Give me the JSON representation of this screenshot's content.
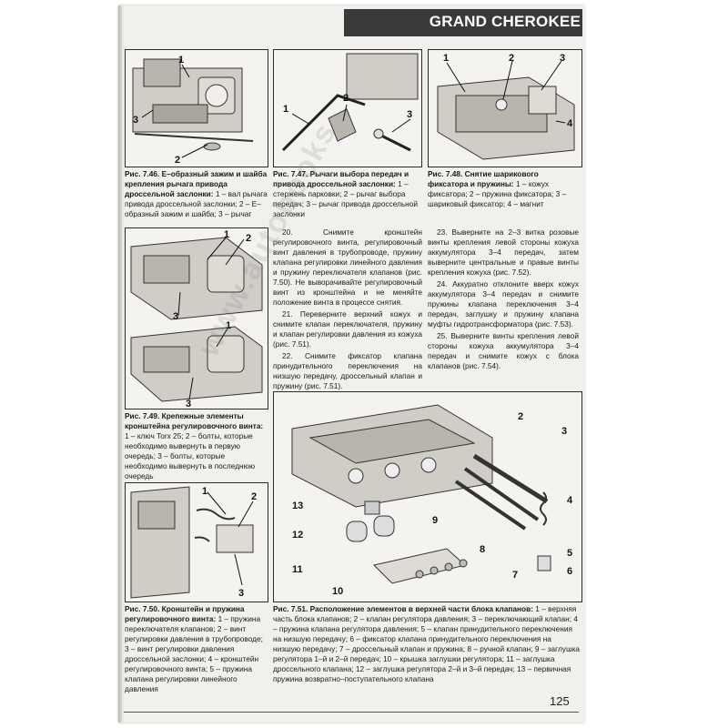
{
  "header": {
    "title": "GRAND CHEROKEE"
  },
  "page_number": "125",
  "watermark": "www.autobooks",
  "fig746": {
    "label": "Рис. 7.46.",
    "title": "Е–образный зажим и шайба крепления рычага привода дроссельной заслонки:",
    "body": "1 – вал рычага привода дроссельной заслонки; 2 – Е–образный зажим и шайба; 3 – рычаг",
    "callouts": [
      "1",
      "2",
      "3"
    ]
  },
  "fig747": {
    "label": "Рис. 7.47.",
    "title": "Рычаги выбора передач и привода дроссельной заслонки:",
    "body": "1 – стержень парковки; 2 – рычаг выбора передач; 3 – рычаг привода дроссельной заслонки",
    "callouts": [
      "1",
      "2",
      "3"
    ]
  },
  "fig748": {
    "label": "Рис. 7.48.",
    "title": "Снятие шарикового фиксатора и пружины:",
    "body": "1 – кожух фиксатора; 2 – пружина фиксатора; 3 – шариковый фиксатор; 4 – магнит",
    "callouts": [
      "1",
      "2",
      "3",
      "4"
    ]
  },
  "fig749": {
    "label": "Рис. 7.49.",
    "title": "Крепежные элементы кронштейна регулировочного винта:",
    "body": "1 – ключ Torx 25; 2 – болты, которые необходимо вывернуть в первую очередь; 3 – болты, которые необходимо вывернуть в последнюю очередь",
    "callouts": [
      "1",
      "2",
      "3",
      "1",
      "3"
    ]
  },
  "fig750": {
    "label": "Рис. 7.50.",
    "title": "Кронштейн и пружина регулировочного винта:",
    "body": "1 – пружина переключателя клапанов; 2 – винт регулировки давления в трубопроводе; 3 – винт регулировки давления дроссельной заслонки; 4 – кронштейн регулировочного винта; 5 – пружина клапана регулировки линейного давления",
    "callouts": [
      "1",
      "2",
      "3"
    ]
  },
  "fig751": {
    "label": "Рис. 7.51.",
    "title": "Расположение элементов в верхней части блока клапанов:",
    "body": "1 – верхняя часть блока клапанов; 2 – клапан регулятора давления; 3 – переключающий клапан; 4 – пружина клапана регулятора давления; 5 – клапан принудительного переключения на низшую передачу; 6 – фиксатор клапана принудительного переключения на низшую передачу; 7 – дроссельный клапан и пружина; 8 – ручной клапан; 9 – заглушка регулятора 1–й и 2–й передач; 10 – крышка заглушки регулятора; 11 – заглушка дроссельного клапана; 12 – заглушка регулятора 2–й и 3–й передач; 13 – первичная пружина возвратно–поступательного клапана",
    "callouts": [
      "2",
      "3",
      "4",
      "5",
      "6",
      "7",
      "8",
      "9",
      "10",
      "11",
      "12",
      "13"
    ]
  },
  "text_mid": [
    "20. Снимите кронштейн регулировочного винта, регулировочный винт давления в трубопроводе, пружину клапана регулировки линейного давления и пружину переключателя клапанов (рис. 7.50). Не выворачивайте регулировочный винт из кронштейна и не меняйте положение винта в процессе снятия.",
    "21. Переверните верхний кожух и снимите клапан переключателя, пружину и клапан регулировки давления из кожуха (рис. 7.51).",
    "22. Снимите фиксатор клапана принудительного переключения на низшую передачу, дроссельный клапан и пружину (рис. 7.51)."
  ],
  "text_right": [
    "23. Выверните на 2–3 витка розовые винты крепления левой стороны кожуха аккумулятора 3–4 передач, затем выверните центральные и правые винты крепления кожуха (рис. 7.52).",
    "24. Аккуратно отклоните вверх кожух аккумулятора 3–4 передач и снимите пружины клапана переключения 3–4 передач, заглушку и пружину клапана муфты гидротрансформатора (рис. 7.53).",
    "25. Выверните винты крепления левой стороны кожуха аккумулятора 3–4 передач и снимите кожух с блока клапанов (рис. 7.54)."
  ]
}
